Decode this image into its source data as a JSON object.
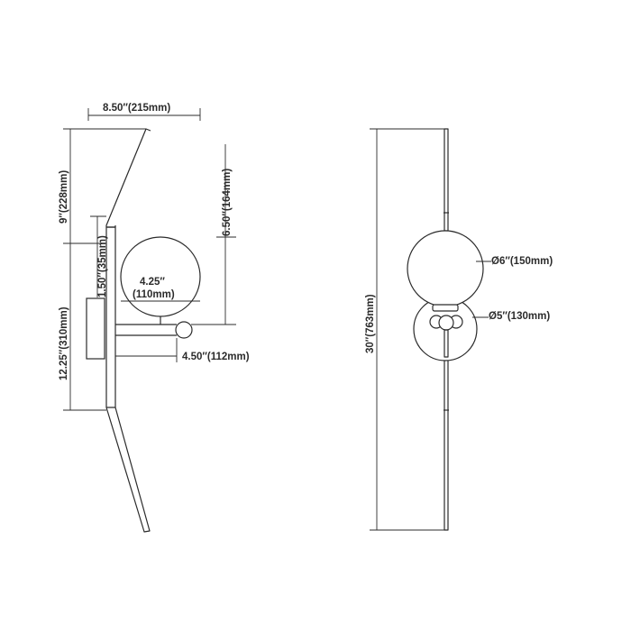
{
  "side_view": {
    "width_label": "8.50″(215mm)",
    "top_arm_label": "9″(228mm)",
    "canopy_offset_label": "1.50″(35mm)",
    "backplate_label": "12.25″(310mm)",
    "globe_diameter_label_in": "4.25″",
    "globe_diameter_label_mm": "(110mm)",
    "globe_height_label": "6.50″(164mm)",
    "extension_label": "4.50″(112mm)"
  },
  "front_view": {
    "overall_height_label": "30″(763mm)",
    "globe_label": "Ø6″(150mm)",
    "backplate_label": "Ø5″(130mm)"
  },
  "colors": {
    "line": "#2b2b2b",
    "background": "#ffffff"
  }
}
